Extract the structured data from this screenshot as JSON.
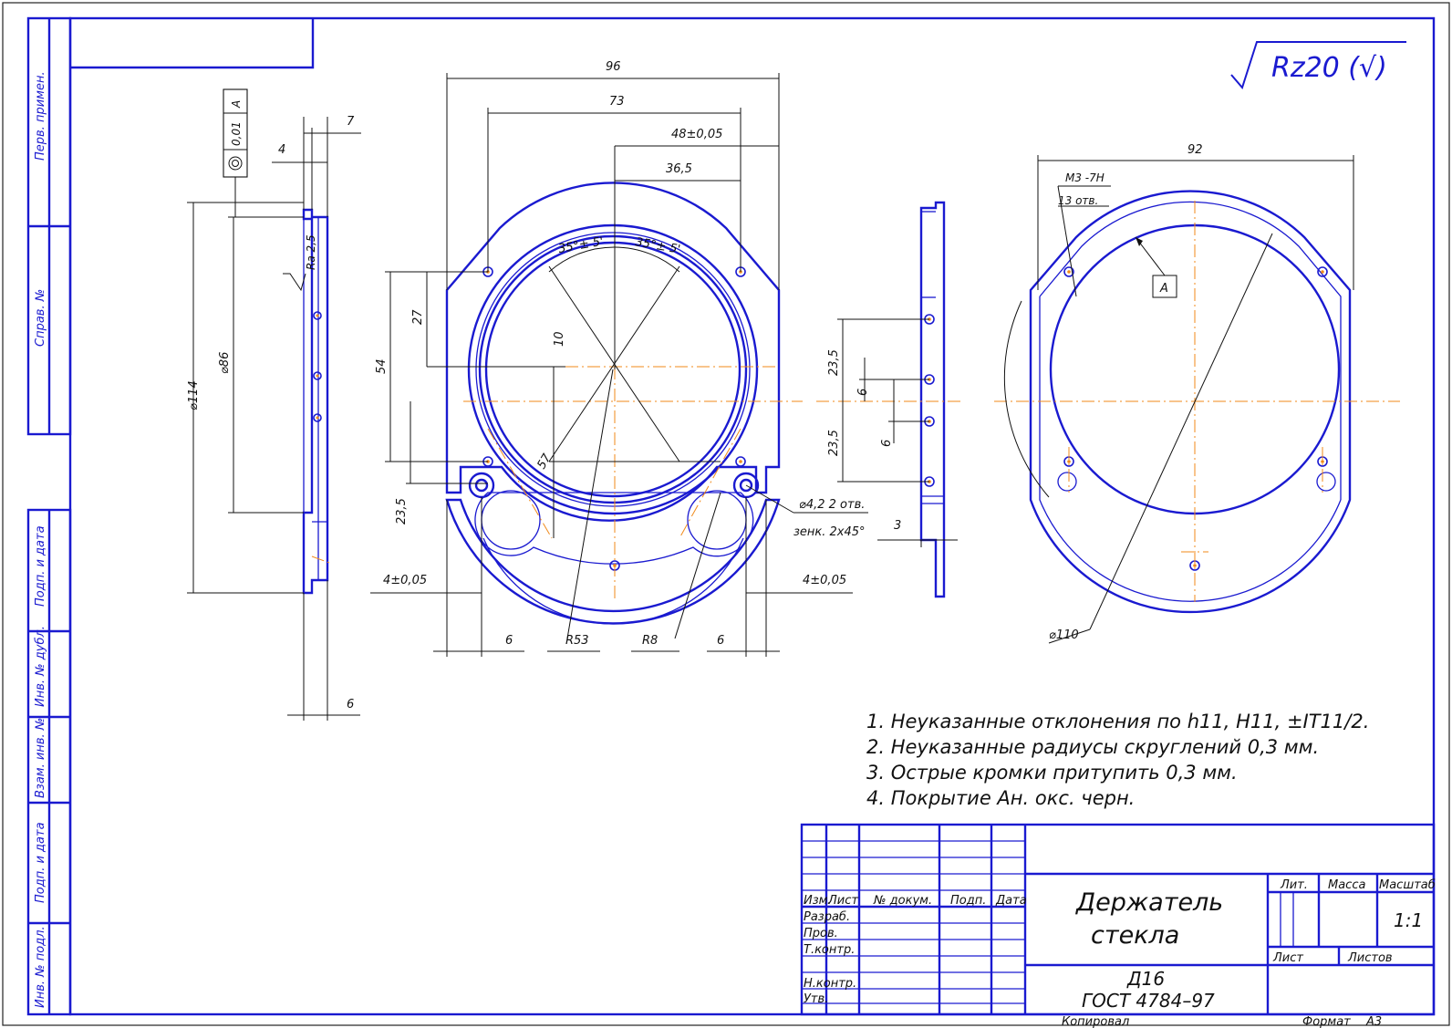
{
  "roughness": "Rz20 (√)",
  "side_strip": [
    "Перв. примен.",
    "Справ. №",
    "Подп. и дата",
    "Инв. № дубл.",
    "Взам. инв. №",
    "Подп. и дата",
    "Инв. № подл."
  ],
  "dims": {
    "d96": "96",
    "d73": "73",
    "d48": "48±0,05",
    "d36": "36,5",
    "ang_l": "35°± 5'",
    "ang_r": "35°± 5'",
    "d27": "27",
    "d54": "54",
    "d10": "10",
    "d23a": "23,5",
    "d57": "57",
    "d4l": "4±0,05",
    "d4r": "4±0,05",
    "d6l": "6",
    "d6r": "6",
    "r53": "R53",
    "r8": "R8",
    "hole_note1": "⌀4,2 2 отв.",
    "hole_note2": "зенк. 2x45°",
    "d3": "3",
    "side_235a": "23,5",
    "side_6a": "6",
    "side_6b": "6",
    "side_235b": "23,5",
    "d114": "⌀114",
    "d86": "⌀86",
    "ra": "Ra 2,5",
    "d7": "7",
    "d4": "4",
    "d6bot": "6",
    "tol_val": "0,01",
    "tol_base": "A",
    "d92": "92",
    "thread": "M3 -7H",
    "thread_cnt": "13 отв.",
    "base_label": "A",
    "d110": "⌀110"
  },
  "notes": [
    "1.  Неуказанные отклонения по h11, H11, ±IT11/2.",
    "2.  Неуказанные радиусы скруглений 0,3 мм.",
    "3.  Острые кромки притупить 0,3 мм.",
    "4.  Покрытие Ан. окс. черн."
  ],
  "title_block": {
    "title_line1": "Держатель",
    "title_line2": "стекла",
    "material_line1": "Д16",
    "material_line2": "ГОСТ 4784–97",
    "col_izm": "Изм.",
    "col_list": "Лист",
    "col_doc": "№ докум.",
    "col_podp": "Подп.",
    "col_data": "Дата",
    "row_razrab": "Разраб.",
    "row_prov": "Пров.",
    "row_tkontr": "Т.контр.",
    "row_nkontr": "Н.контр.",
    "row_utv": "Утв.",
    "lit": "Лит.",
    "massa": "Масса",
    "masshtab": "Масштаб",
    "scale": "1:1",
    "list": "Лист",
    "listov": "Листов",
    "copied": "Копировал",
    "format": "Формат",
    "format_val": "A3"
  }
}
